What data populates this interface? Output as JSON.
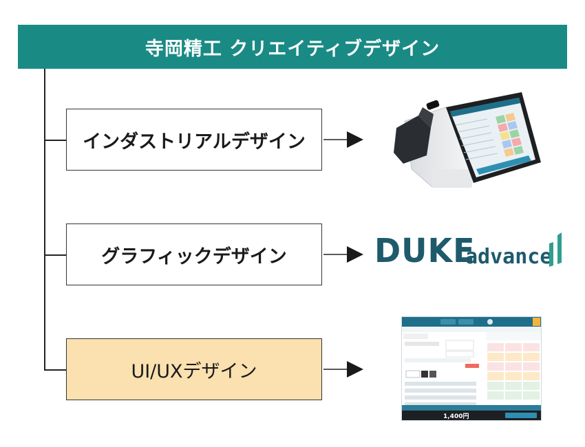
{
  "header": {
    "title": "寺岡精工 クリエイティブデザイン"
  },
  "categories": [
    {
      "label": "インダストリアルデザイン"
    },
    {
      "label": "グラフィックデザイン"
    },
    {
      "label": "UI/UXデザイン"
    }
  ],
  "logo": {
    "primary": "DUKE",
    "secondary": "advance"
  },
  "ui_screenshot": {
    "total": "1,400円"
  },
  "colors": {
    "header_bg": "#1a8a85",
    "highlight_bg": "#fbe0b0",
    "logo": "#1e5a6c"
  }
}
